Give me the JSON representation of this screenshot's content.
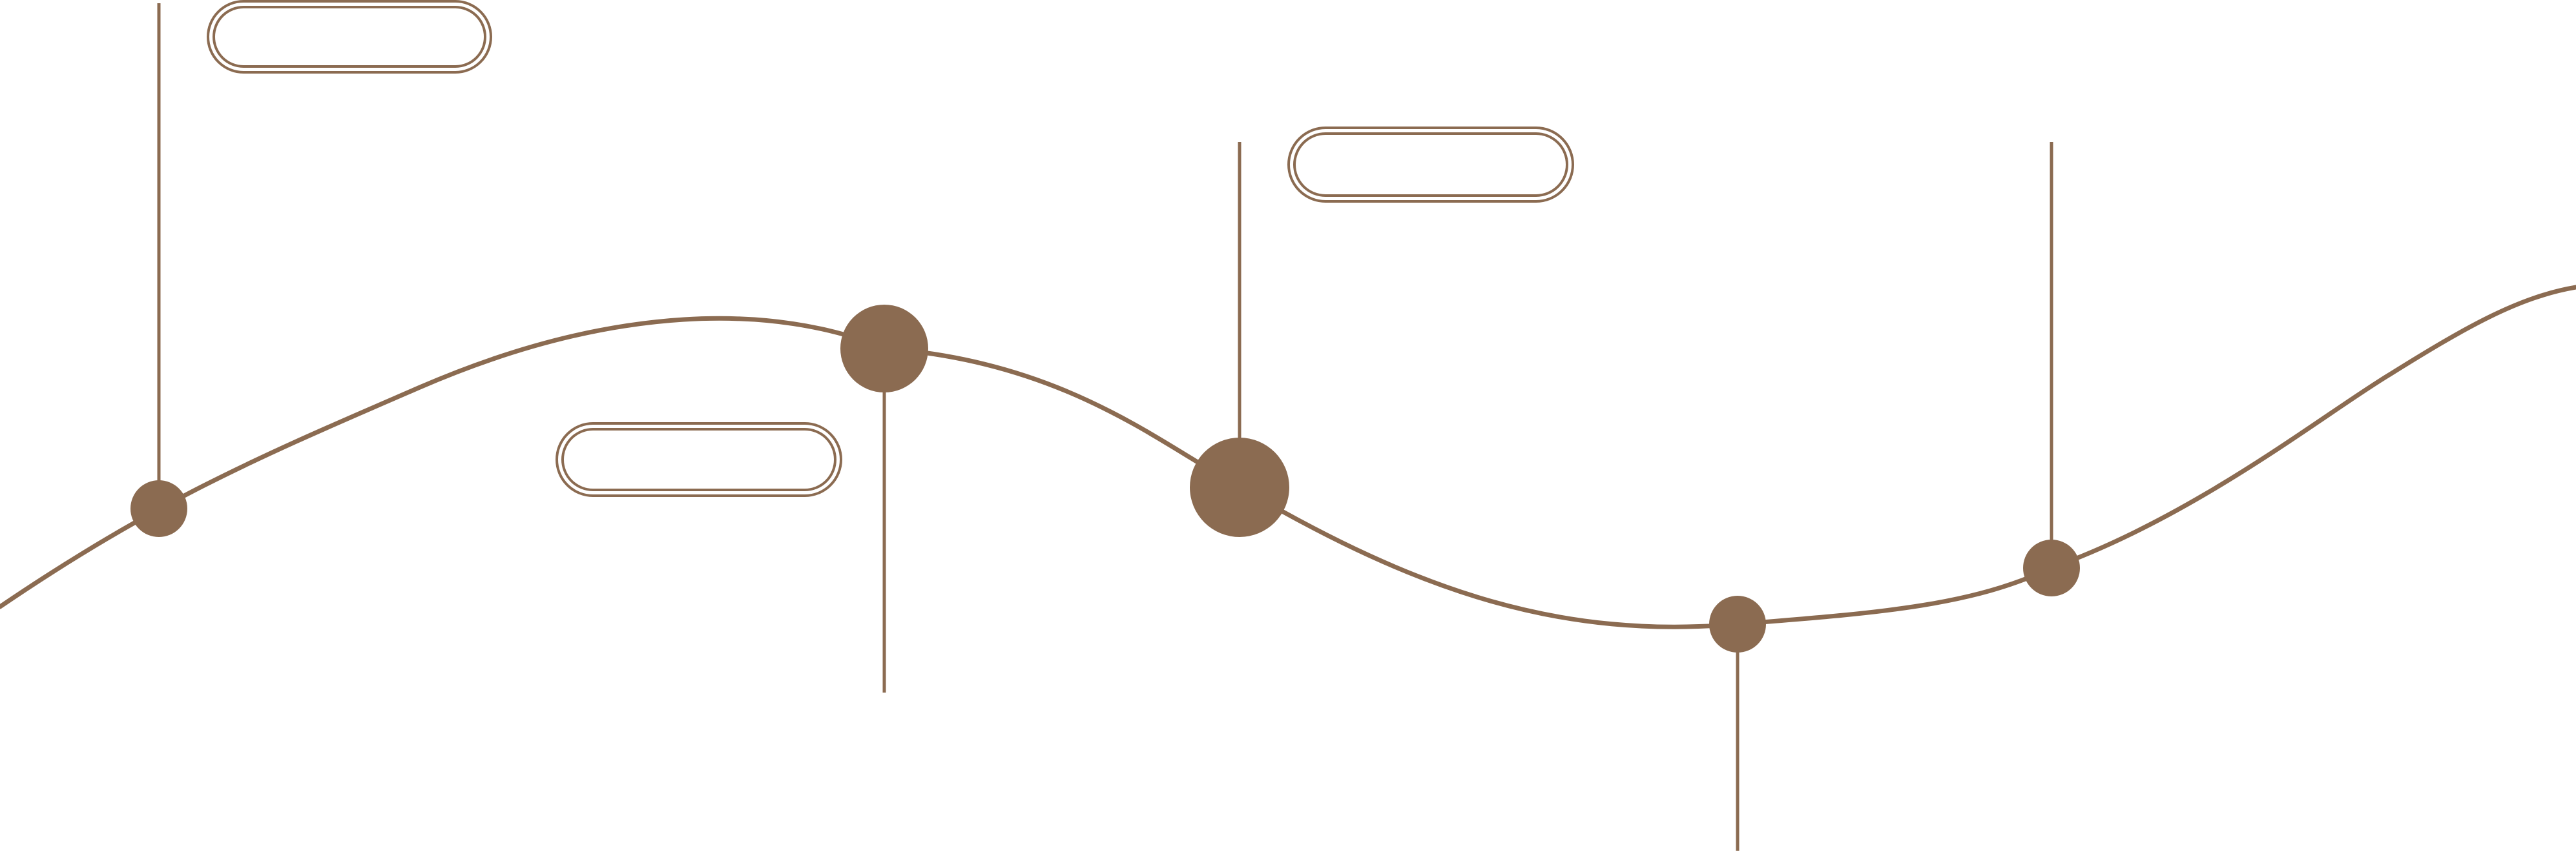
{
  "colors": {
    "accent": "#8b6b51",
    "background": "#ffffff"
  },
  "timeline": {
    "milestones": [
      {
        "id": "m1",
        "label_box": "above",
        "label": ""
      },
      {
        "id": "m2",
        "label_box": "below-left",
        "label": ""
      },
      {
        "id": "m3",
        "label_box": "above-right",
        "label": ""
      },
      {
        "id": "m4",
        "label_box": "none",
        "label": ""
      },
      {
        "id": "m5",
        "label_box": "none",
        "label": ""
      }
    ]
  }
}
